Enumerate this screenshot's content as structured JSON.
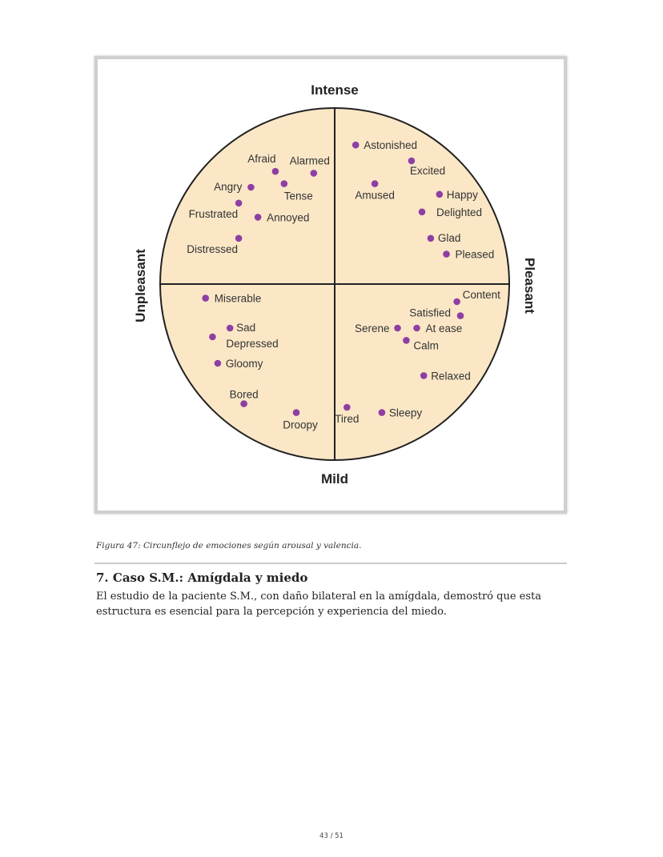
{
  "figure": {
    "axes": {
      "top": "Intense",
      "bottom": "Mild",
      "left": "Unpleasant",
      "right": "Pleasant"
    },
    "colors": {
      "circle_fill": "#fbe7c6",
      "dot": "#8e3fa3",
      "lines": "#222222"
    },
    "emotions": [
      {
        "label": "Astonished",
        "valence": 0.12,
        "arousal": 0.79
      },
      {
        "label": "Excited",
        "valence": 0.44,
        "arousal": 0.7
      },
      {
        "label": "Amused",
        "valence": 0.23,
        "arousal": 0.57
      },
      {
        "label": "Happy",
        "valence": 0.6,
        "arousal": 0.51
      },
      {
        "label": "Delighted",
        "valence": 0.5,
        "arousal": 0.41
      },
      {
        "label": "Glad",
        "valence": 0.55,
        "arousal": 0.26
      },
      {
        "label": "Pleased",
        "valence": 0.64,
        "arousal": 0.17
      },
      {
        "label": "Content",
        "valence": 0.7,
        "arousal": -0.1
      },
      {
        "label": "Satisfied",
        "valence": 0.72,
        "arousal": -0.18
      },
      {
        "label": "At ease",
        "valence": 0.47,
        "arousal": -0.25
      },
      {
        "label": "Serene",
        "valence": 0.36,
        "arousal": -0.25
      },
      {
        "label": "Calm",
        "valence": 0.41,
        "arousal": -0.32
      },
      {
        "label": "Relaxed",
        "valence": 0.51,
        "arousal": -0.52
      },
      {
        "label": "Sleepy",
        "valence": 0.27,
        "arousal": -0.73
      },
      {
        "label": "Tired",
        "valence": 0.07,
        "arousal": -0.7
      },
      {
        "label": "Alarmed",
        "valence": -0.12,
        "arousal": 0.63
      },
      {
        "label": "Afraid",
        "valence": -0.34,
        "arousal": 0.64
      },
      {
        "label": "Tense",
        "valence": -0.29,
        "arousal": 0.57
      },
      {
        "label": "Angry",
        "valence": -0.48,
        "arousal": 0.55
      },
      {
        "label": "Frustrated",
        "valence": -0.55,
        "arousal": 0.46
      },
      {
        "label": "Annoyed",
        "valence": -0.44,
        "arousal": 0.38
      },
      {
        "label": "Distressed",
        "valence": -0.55,
        "arousal": 0.26
      },
      {
        "label": "Miserable",
        "valence": -0.74,
        "arousal": -0.08
      },
      {
        "label": "Sad",
        "valence": -0.6,
        "arousal": -0.25
      },
      {
        "label": "Depressed",
        "valence": -0.7,
        "arousal": -0.3
      },
      {
        "label": "Gloomy",
        "valence": -0.67,
        "arousal": -0.45
      },
      {
        "label": "Bored",
        "valence": -0.52,
        "arousal": -0.68
      },
      {
        "label": "Droopy",
        "valence": -0.22,
        "arousal": -0.73
      }
    ]
  },
  "caption": "Figura 47: Circunflejo de emociones según arousal y valencia.",
  "section": {
    "title": "7. Caso S.M.: Amígdala y miedo",
    "body": "El estudio de la paciente S.M., con daño bilateral en la amígdala, demostró que esta estructura es esencial para la percepción y experiencia del miedo."
  },
  "page_number": "43 / 51"
}
